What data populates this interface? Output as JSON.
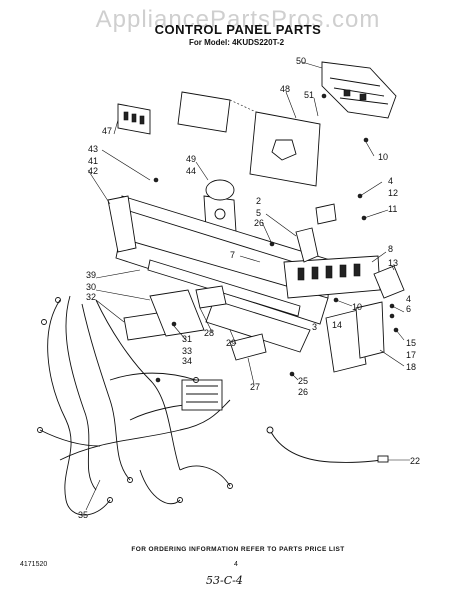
{
  "watermark": "AppliancePartsPros.com",
  "header": {
    "title": "CONTROL PANEL PARTS",
    "model": "For Model: 4KUDS220T-2"
  },
  "callouts": [
    "50",
    "48",
    "51",
    "47",
    "43",
    "41",
    "42",
    "49",
    "44",
    "10",
    "4",
    "12",
    "11",
    "2",
    "5",
    "26",
    "8",
    "13",
    "7",
    "39",
    "30",
    "32",
    "31",
    "33",
    "34",
    "28",
    "29",
    "3",
    "4",
    "6",
    "10",
    "14",
    "15",
    "17",
    "18",
    "25",
    "26",
    "27",
    "22",
    "35"
  ],
  "footer": {
    "ordering_note": "FOR ORDERING INFORMATION REFER TO PARTS PRICE LIST",
    "doc_number": "4171520",
    "page_number": "4",
    "handwritten": "53-C-4"
  }
}
